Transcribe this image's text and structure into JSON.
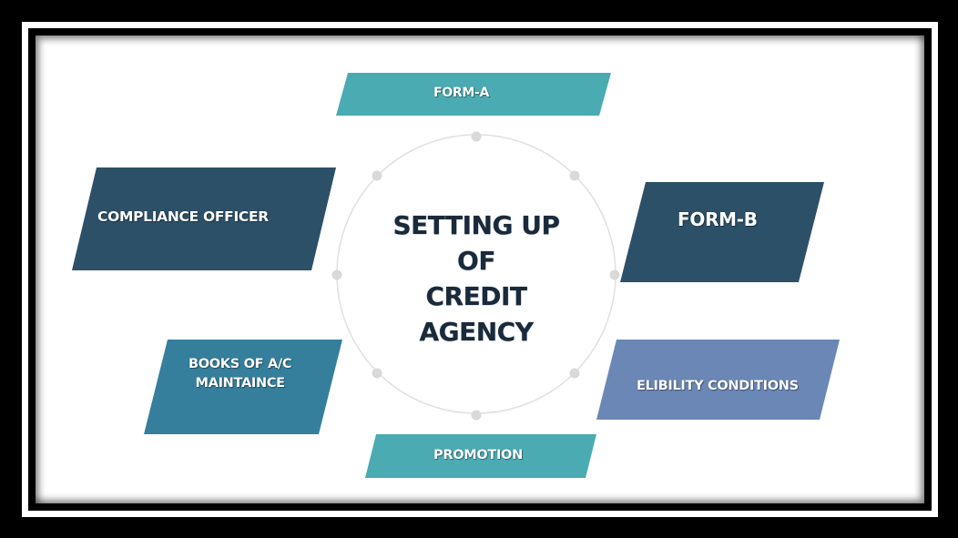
{
  "diagram": {
    "center": {
      "lines": [
        "SETTING UP",
        "OF",
        "CREDIT",
        "AGENCY"
      ],
      "text_color": "#1b2a3a"
    },
    "ring": {
      "stroke_color": "#e0e0e0",
      "dot_color": "#d9d9d9",
      "dot_count": 8
    },
    "nodes": [
      {
        "id": "form-a",
        "label": "FORM-A",
        "color": "#4aabb3",
        "position": "top"
      },
      {
        "id": "form-b",
        "label": "FORM-B",
        "color": "#2c5068",
        "position": "right-upper"
      },
      {
        "id": "eligibility",
        "label": "ELIBILITY CONDITIONS",
        "color": "#6a87b6",
        "position": "right-lower"
      },
      {
        "id": "promotion",
        "label": "PROMOTION",
        "color": "#4aabb3",
        "position": "bottom"
      },
      {
        "id": "books",
        "label_lines": [
          "BOOKS OF A/C",
          "MAINTAINCE"
        ],
        "color": "#357f9d",
        "position": "left-lower"
      },
      {
        "id": "compliance",
        "label": "COMPLIANCE OFFICER",
        "color": "#2c5068",
        "position": "left-upper"
      }
    ]
  }
}
